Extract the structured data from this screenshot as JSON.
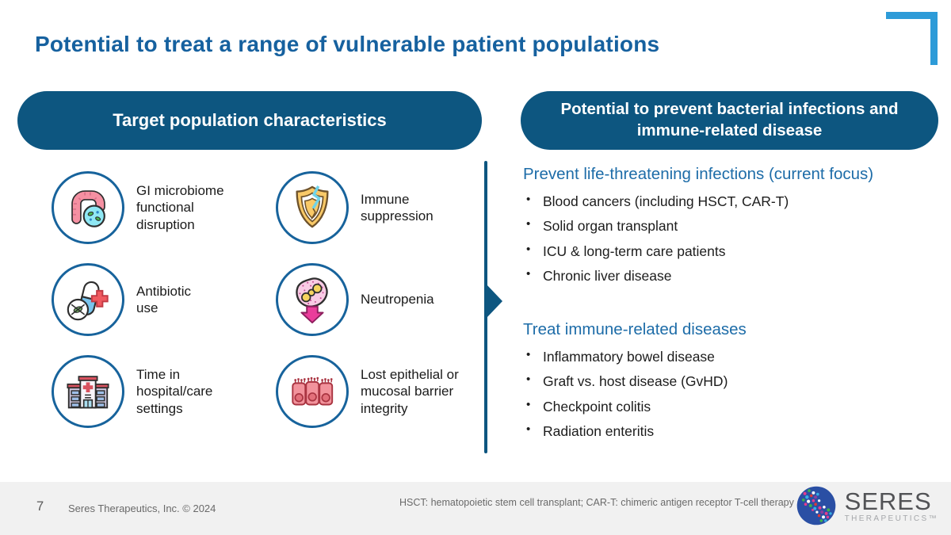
{
  "slide": {
    "title": "Potential to treat a range of vulnerable patient populations"
  },
  "colors": {
    "dark_blue": "#0D5680",
    "title_blue": "#16619F",
    "heading_blue": "#1D6CA8",
    "accent_light_blue": "#2D9BD8",
    "icon_circle_border": "#17639C",
    "footer_bg": "#F1F1F1",
    "footer_text": "#6A6A6A"
  },
  "left_panel": {
    "header": "Target population characteristics",
    "items": [
      {
        "icon": "gi-microbiome-icon",
        "label": "GI microbiome\nfunctional\ndisruption"
      },
      {
        "icon": "immune-suppression-icon",
        "label": "Immune\nsuppression"
      },
      {
        "icon": "antibiotic-use-icon",
        "label": "Antibiotic\nuse"
      },
      {
        "icon": "neutropenia-icon",
        "label": "Neutropenia"
      },
      {
        "icon": "hospital-icon",
        "label": "Time in\nhospital/care\nsettings"
      },
      {
        "icon": "epithelial-barrier-icon",
        "label": "Lost epithelial or\nmucosal barrier\nintegrity"
      }
    ]
  },
  "right_panel": {
    "header": "Potential to prevent bacterial infections and immune-related disease",
    "sections": [
      {
        "heading": "Prevent life-threatening infections (current focus)",
        "bullets": [
          "Blood cancers (including HSCT, CAR-T)",
          "Solid organ transplant",
          "ICU & long-term care patients",
          "Chronic liver disease"
        ]
      },
      {
        "heading": "Treat immune-related diseases",
        "bullets": [
          "Inflammatory bowel disease",
          "Graft vs. host disease (GvHD)",
          "Checkpoint colitis",
          "Radiation enteritis"
        ]
      }
    ]
  },
  "footer": {
    "page_number": "7",
    "copyright": "Seres Therapeutics, Inc. © 2024",
    "footnote": "HSCT:  hematopoietic stem cell transplant; CAR-T:  chimeric antigen receptor T-cell therapy",
    "logo_name": "SERES",
    "logo_sub": "THERAPEUTICS™"
  }
}
